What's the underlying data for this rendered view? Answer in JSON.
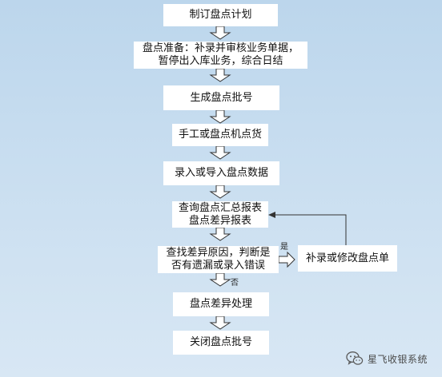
{
  "flowchart": {
    "steps": [
      {
        "lines": [
          "制订盘点计划"
        ]
      },
      {
        "lines": [
          "盘点准备：补录并审核业务单据，",
          "暂停出入库业务，综合日结"
        ]
      },
      {
        "lines": [
          "生成盘点批号"
        ]
      },
      {
        "lines": [
          "手工或盘点机点货"
        ]
      },
      {
        "lines": [
          "录入或导入盘点数据"
        ]
      },
      {
        "lines": [
          "查询盘点汇总报表",
          "盘点差异报表"
        ]
      },
      {
        "lines": [
          "查找差异原因，判断是",
          "否有遗漏或录入错误"
        ]
      },
      {
        "lines": [
          "盘点差异处理"
        ]
      },
      {
        "lines": [
          "关闭盘点批号"
        ]
      }
    ],
    "side_step": {
      "lines": [
        "补录或修改盘点单"
      ]
    },
    "branch_labels": {
      "yes": "是",
      "no": "否"
    }
  },
  "watermark": {
    "text": "星飞收银系统",
    "icon": "wechat-icon"
  }
}
